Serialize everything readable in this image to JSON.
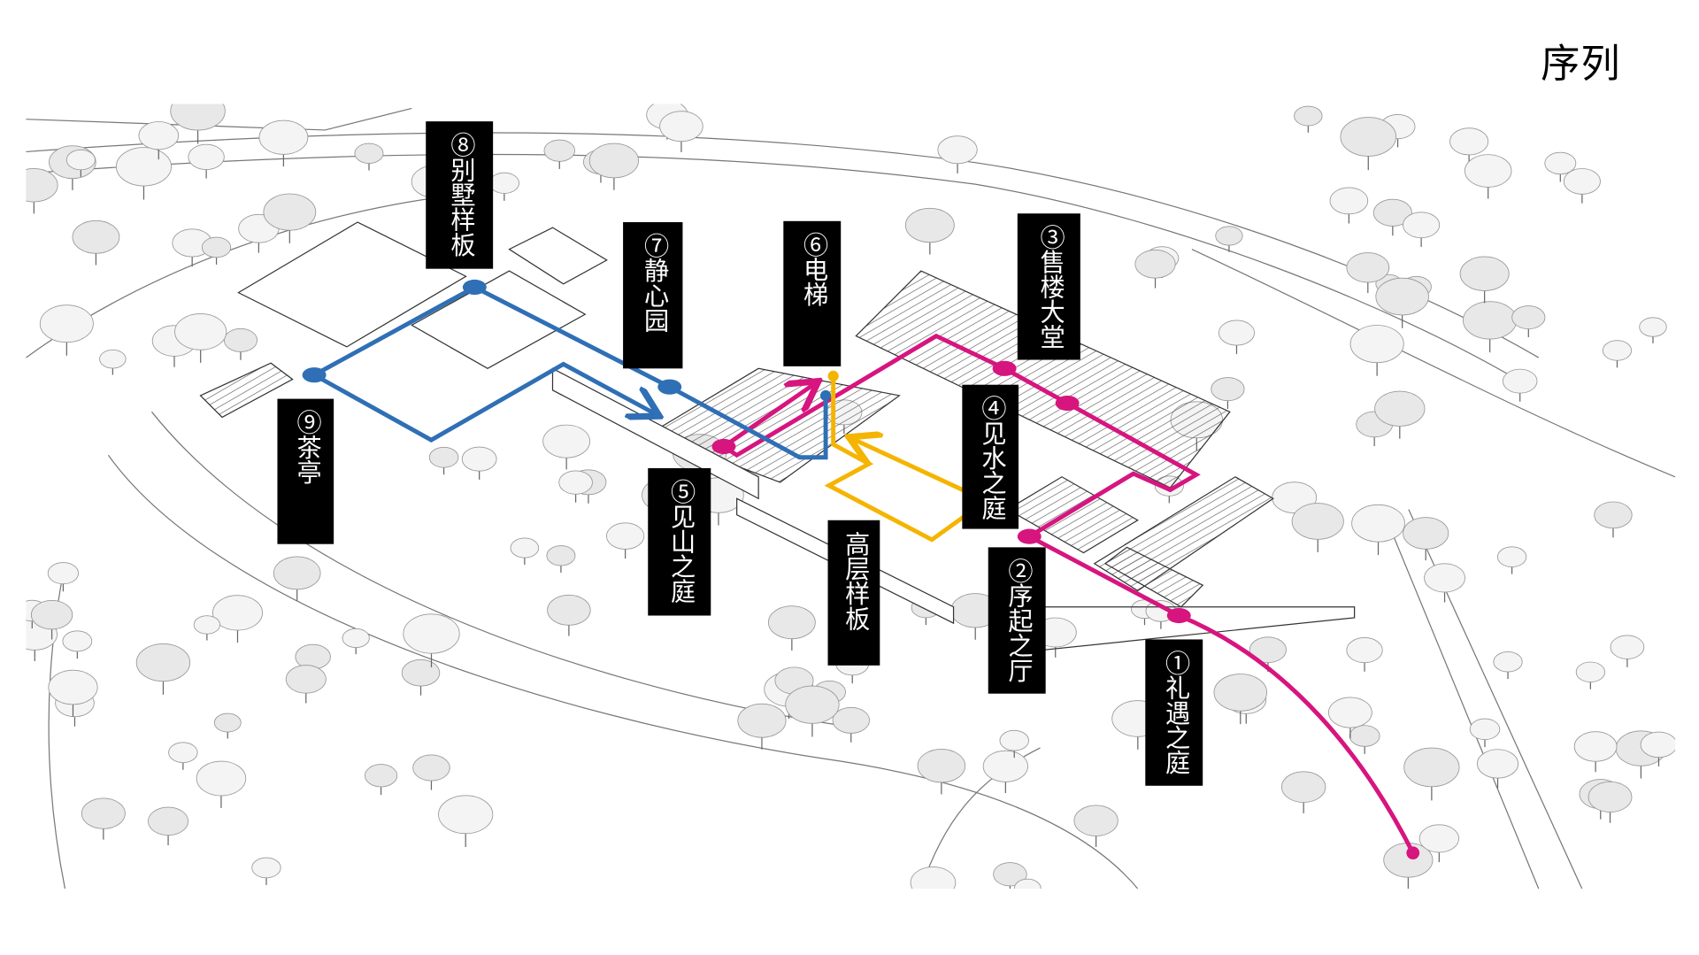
{
  "title": "序列",
  "labels": {
    "l1": "①礼遇之庭",
    "l2": "②序起之厅",
    "l3": "③售楼大堂",
    "l4": "④见水之庭",
    "l5": "⑤见山之庭",
    "l6": "⑥电梯",
    "l7": "⑦静心园",
    "l8": "⑧别墅样板",
    "l9": "⑨茶亭",
    "high": "高层样板"
  },
  "colors": {
    "route_magenta": "#d6157f",
    "route_blue": "#2f6fb5",
    "route_yellow": "#f5b400",
    "label_bg": "#000000"
  }
}
